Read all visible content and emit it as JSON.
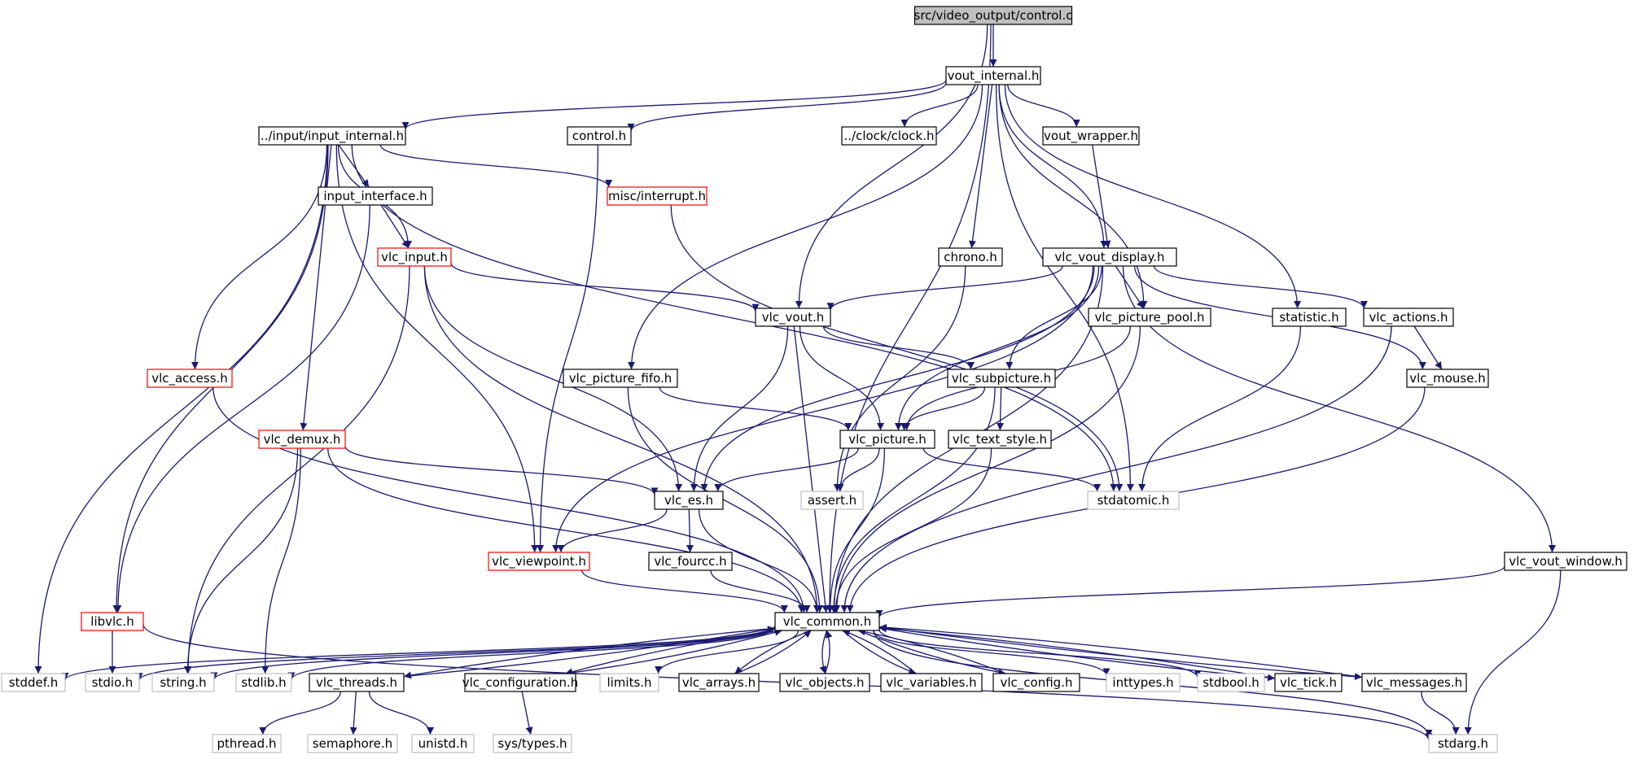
{
  "colors": {
    "edge": "#191970",
    "border_black": "#000000",
    "border_red": "#ff0000",
    "border_gray": "#bfbfbf",
    "root_fill": "#bfbfbf",
    "text": "#000000"
  },
  "nodes": [
    {
      "id": "root",
      "label": "src/video_output/control.c",
      "style": "root"
    },
    {
      "id": "vout_internal",
      "label": "vout_internal.h",
      "style": "black"
    },
    {
      "id": "input_internal",
      "label": "../input/input_internal.h",
      "style": "black"
    },
    {
      "id": "control_h",
      "label": "control.h",
      "style": "black"
    },
    {
      "id": "clock_h",
      "label": "../clock/clock.h",
      "style": "black"
    },
    {
      "id": "vout_wrapper",
      "label": "vout_wrapper.h",
      "style": "black"
    },
    {
      "id": "input_interface",
      "label": "input_interface.h",
      "style": "black"
    },
    {
      "id": "misc_interrupt",
      "label": "misc/interrupt.h",
      "style": "red"
    },
    {
      "id": "vlc_input",
      "label": "vlc_input.h",
      "style": "red"
    },
    {
      "id": "chrono",
      "label": "chrono.h",
      "style": "black"
    },
    {
      "id": "vlc_vout_display",
      "label": "vlc_vout_display.h",
      "style": "black"
    },
    {
      "id": "vlc_vout",
      "label": "vlc_vout.h",
      "style": "black"
    },
    {
      "id": "vlc_picture_pool",
      "label": "vlc_picture_pool.h",
      "style": "black"
    },
    {
      "id": "statistic",
      "label": "statistic.h",
      "style": "black"
    },
    {
      "id": "vlc_actions",
      "label": "vlc_actions.h",
      "style": "black"
    },
    {
      "id": "vlc_access",
      "label": "vlc_access.h",
      "style": "red"
    },
    {
      "id": "vlc_picture_fifo",
      "label": "vlc_picture_fifo.h",
      "style": "black"
    },
    {
      "id": "vlc_subpicture",
      "label": "vlc_subpicture.h",
      "style": "black"
    },
    {
      "id": "vlc_mouse",
      "label": "vlc_mouse.h",
      "style": "black"
    },
    {
      "id": "vlc_demux",
      "label": "vlc_demux.h",
      "style": "red"
    },
    {
      "id": "vlc_picture",
      "label": "vlc_picture.h",
      "style": "black"
    },
    {
      "id": "vlc_text_style",
      "label": "vlc_text_style.h",
      "style": "black"
    },
    {
      "id": "vlc_es",
      "label": "vlc_es.h",
      "style": "black"
    },
    {
      "id": "assert",
      "label": "assert.h",
      "style": "gray"
    },
    {
      "id": "stdatomic",
      "label": "stdatomic.h",
      "style": "gray"
    },
    {
      "id": "vlc_viewpoint",
      "label": "vlc_viewpoint.h",
      "style": "red"
    },
    {
      "id": "vlc_fourcc",
      "label": "vlc_fourcc.h",
      "style": "black"
    },
    {
      "id": "vlc_vout_window",
      "label": "vlc_vout_window.h",
      "style": "black"
    },
    {
      "id": "libvlc",
      "label": "libvlc.h",
      "style": "red"
    },
    {
      "id": "vlc_common",
      "label": "vlc_common.h",
      "style": "black"
    },
    {
      "id": "stddef",
      "label": "stddef.h",
      "style": "gray"
    },
    {
      "id": "stdio",
      "label": "stdio.h",
      "style": "gray"
    },
    {
      "id": "string",
      "label": "string.h",
      "style": "gray"
    },
    {
      "id": "stdlib",
      "label": "stdlib.h",
      "style": "gray"
    },
    {
      "id": "vlc_threads",
      "label": "vlc_threads.h",
      "style": "black"
    },
    {
      "id": "vlc_configuration",
      "label": "vlc_configuration.h",
      "style": "black"
    },
    {
      "id": "limits",
      "label": "limits.h",
      "style": "gray"
    },
    {
      "id": "vlc_arrays",
      "label": "vlc_arrays.h",
      "style": "black"
    },
    {
      "id": "vlc_objects",
      "label": "vlc_objects.h",
      "style": "black"
    },
    {
      "id": "vlc_variables",
      "label": "vlc_variables.h",
      "style": "black"
    },
    {
      "id": "vlc_config",
      "label": "vlc_config.h",
      "style": "black"
    },
    {
      "id": "inttypes",
      "label": "inttypes.h",
      "style": "gray"
    },
    {
      "id": "stdbool",
      "label": "stdbool.h",
      "style": "gray"
    },
    {
      "id": "vlc_tick",
      "label": "vlc_tick.h",
      "style": "black"
    },
    {
      "id": "vlc_messages",
      "label": "vlc_messages.h",
      "style": "black"
    },
    {
      "id": "pthread",
      "label": "pthread.h",
      "style": "gray"
    },
    {
      "id": "semaphore",
      "label": "semaphore.h",
      "style": "gray"
    },
    {
      "id": "unistd",
      "label": "unistd.h",
      "style": "gray"
    },
    {
      "id": "sys_types",
      "label": "sys/types.h",
      "style": "gray"
    },
    {
      "id": "stdarg",
      "label": "stdarg.h",
      "style": "gray"
    }
  ],
  "edges": [
    [
      "root",
      "vout_internal"
    ],
    [
      "root",
      "vlc_vout"
    ],
    [
      "root",
      "vlc_common"
    ],
    [
      "vout_internal",
      "input_internal"
    ],
    [
      "vout_internal",
      "control_h"
    ],
    [
      "vout_internal",
      "clock_h"
    ],
    [
      "vout_internal",
      "vout_wrapper"
    ],
    [
      "vout_internal",
      "chrono"
    ],
    [
      "vout_internal",
      "vlc_vout_display"
    ],
    [
      "vout_internal",
      "vlc_picture_pool"
    ],
    [
      "vout_internal",
      "statistic"
    ],
    [
      "vout_internal",
      "vlc_picture_fifo"
    ],
    [
      "vout_internal",
      "stdatomic"
    ],
    [
      "input_internal",
      "input_interface"
    ],
    [
      "input_internal",
      "misc_interrupt"
    ],
    [
      "input_internal",
      "vlc_input"
    ],
    [
      "input_internal",
      "vlc_access"
    ],
    [
      "input_internal",
      "vlc_demux"
    ],
    [
      "input_internal",
      "vlc_viewpoint"
    ],
    [
      "input_internal",
      "stdatomic"
    ],
    [
      "input_internal",
      "libvlc"
    ],
    [
      "input_internal",
      "stddef"
    ],
    [
      "control_h",
      "vlc_viewpoint"
    ],
    [
      "vout_wrapper",
      "vlc_vout_display"
    ],
    [
      "input_interface",
      "vlc_input"
    ],
    [
      "input_interface",
      "libvlc"
    ],
    [
      "misc_interrupt",
      "stdatomic"
    ],
    [
      "vlc_input",
      "vlc_vout"
    ],
    [
      "vlc_input",
      "vlc_es"
    ],
    [
      "vlc_input",
      "string"
    ],
    [
      "vlc_input",
      "vlc_common"
    ],
    [
      "chrono",
      "assert"
    ],
    [
      "vlc_vout_display",
      "vlc_vout"
    ],
    [
      "vlc_vout_display",
      "vlc_picture_pool"
    ],
    [
      "vlc_vout_display",
      "vlc_actions"
    ],
    [
      "vlc_vout_display",
      "vlc_subpicture"
    ],
    [
      "vlc_vout_display",
      "vlc_picture"
    ],
    [
      "vlc_vout_display",
      "vlc_es"
    ],
    [
      "vlc_vout_display",
      "vlc_viewpoint"
    ],
    [
      "vlc_vout_display",
      "vlc_mouse"
    ],
    [
      "vlc_vout_display",
      "vlc_vout_window"
    ],
    [
      "vlc_vout_display",
      "vlc_common"
    ],
    [
      "vlc_vout",
      "vlc_subpicture"
    ],
    [
      "vlc_vout",
      "vlc_picture"
    ],
    [
      "vlc_vout",
      "vlc_es"
    ],
    [
      "vlc_vout",
      "vlc_common"
    ],
    [
      "vlc_picture_pool",
      "vlc_picture"
    ],
    [
      "vlc_picture_pool",
      "vlc_common"
    ],
    [
      "statistic",
      "stdatomic"
    ],
    [
      "vlc_actions",
      "vlc_mouse"
    ],
    [
      "vlc_actions",
      "vlc_common"
    ],
    [
      "vlc_access",
      "vlc_common"
    ],
    [
      "vlc_picture_fifo",
      "vlc_picture"
    ],
    [
      "vlc_picture_fifo",
      "vlc_common"
    ],
    [
      "vlc_subpicture",
      "vlc_picture"
    ],
    [
      "vlc_subpicture",
      "vlc_text_style"
    ],
    [
      "vlc_subpicture",
      "vlc_common"
    ],
    [
      "vlc_mouse",
      "vlc_common"
    ],
    [
      "vlc_demux",
      "vlc_es"
    ],
    [
      "vlc_demux",
      "string"
    ],
    [
      "vlc_demux",
      "stdlib"
    ],
    [
      "vlc_demux",
      "vlc_common"
    ],
    [
      "vlc_picture",
      "vlc_es"
    ],
    [
      "vlc_picture",
      "assert"
    ],
    [
      "vlc_picture",
      "stdatomic"
    ],
    [
      "vlc_picture",
      "vlc_common"
    ],
    [
      "vlc_text_style",
      "vlc_common"
    ],
    [
      "vlc_es",
      "vlc_viewpoint"
    ],
    [
      "vlc_es",
      "vlc_fourcc"
    ],
    [
      "vlc_es",
      "vlc_common"
    ],
    [
      "vlc_viewpoint",
      "vlc_common"
    ],
    [
      "vlc_fourcc",
      "vlc_common"
    ],
    [
      "vlc_vout_window",
      "vlc_common"
    ],
    [
      "vlc_vout_window",
      "stdarg"
    ],
    [
      "libvlc",
      "stdio"
    ],
    [
      "libvlc",
      "stdarg"
    ],
    [
      "vlc_common",
      "stddef"
    ],
    [
      "vlc_common",
      "stdio"
    ],
    [
      "vlc_common",
      "string"
    ],
    [
      "vlc_common",
      "stdlib"
    ],
    [
      "vlc_common",
      "vlc_threads"
    ],
    [
      "vlc_common",
      "vlc_configuration"
    ],
    [
      "vlc_common",
      "limits"
    ],
    [
      "vlc_common",
      "vlc_arrays"
    ],
    [
      "vlc_common",
      "vlc_objects"
    ],
    [
      "vlc_common",
      "vlc_variables"
    ],
    [
      "vlc_common",
      "vlc_config"
    ],
    [
      "vlc_common",
      "inttypes"
    ],
    [
      "vlc_common",
      "stdbool"
    ],
    [
      "vlc_common",
      "vlc_tick"
    ],
    [
      "vlc_common",
      "vlc_messages"
    ],
    [
      "vlc_common",
      "stdarg"
    ],
    [
      "vlc_threads",
      "vlc_common"
    ],
    [
      "vlc_threads",
      "pthread"
    ],
    [
      "vlc_threads",
      "semaphore"
    ],
    [
      "vlc_threads",
      "unistd"
    ],
    [
      "vlc_configuration",
      "vlc_common"
    ],
    [
      "vlc_configuration",
      "sys_types"
    ],
    [
      "vlc_arrays",
      "vlc_common"
    ],
    [
      "vlc_objects",
      "vlc_common"
    ],
    [
      "vlc_variables",
      "vlc_common"
    ],
    [
      "vlc_config",
      "vlc_common"
    ],
    [
      "vlc_tick",
      "vlc_common"
    ],
    [
      "vlc_messages",
      "vlc_common"
    ],
    [
      "vlc_messages",
      "stdarg"
    ]
  ]
}
